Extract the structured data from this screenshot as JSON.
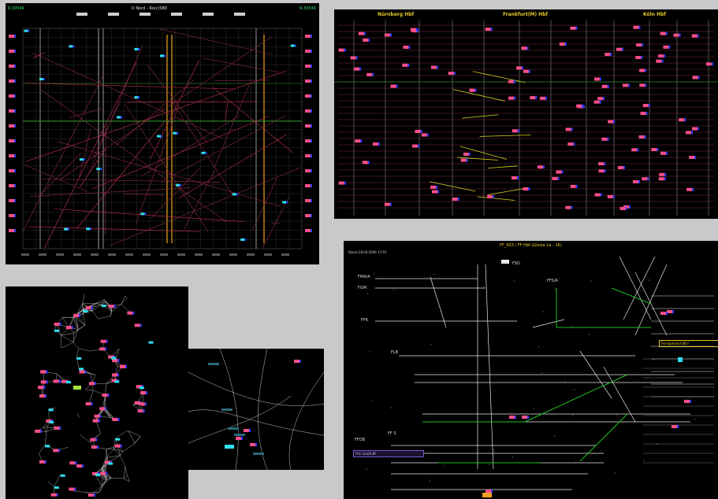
{
  "colors": {
    "background": "#c9c9cc",
    "panel": "#000000",
    "train_path": "#8a2b46",
    "train_path_bright": "#c0324e",
    "grid": "#3a3a3a",
    "platform_line": "#6b6b6b",
    "highlight_orange": "#f0a020",
    "highlight_green": "#2a8a2a",
    "yellow": "#d8d820",
    "train_pink": "#ff4f8a",
    "train_blue": "#2a3cff",
    "train_cyan": "#2ee0f0",
    "track": "#e8e8e8",
    "track_green": "#1fc01f",
    "map_line": "#c8c8c8"
  },
  "time_distance": {
    "title": "D Nord - Ro(c)SB0",
    "left_code": "R.3054K",
    "right_code": "R.3054K"
  },
  "timetable": {
    "stations": [
      "Nürnberg Hbf",
      "Frankfurt(M) Hbf",
      "Köln Hbf"
    ]
  },
  "track_diagram": {
    "title": "FF_003 / FF Hbf (Gleise 1a - 16)",
    "subtitle": "Stand 28.04.2006 17:01",
    "labels": {
      "ffm_a": "FMA/A",
      "fgm": "FGM",
      "ffk": "FFK",
      "flb": "FLB",
      "ffsa": "FFS/A",
      "fsd": "FSD",
      "ffob": "FFOB",
      "ff_s": "FF S",
      "info_box": "Fernbahnhof Bft F",
      "bottom_box": "Ffm Süd/S-Bf"
    }
  },
  "germany_map": {
    "name": "Germany network"
  },
  "regional_map": {
    "name": "Regional network"
  }
}
